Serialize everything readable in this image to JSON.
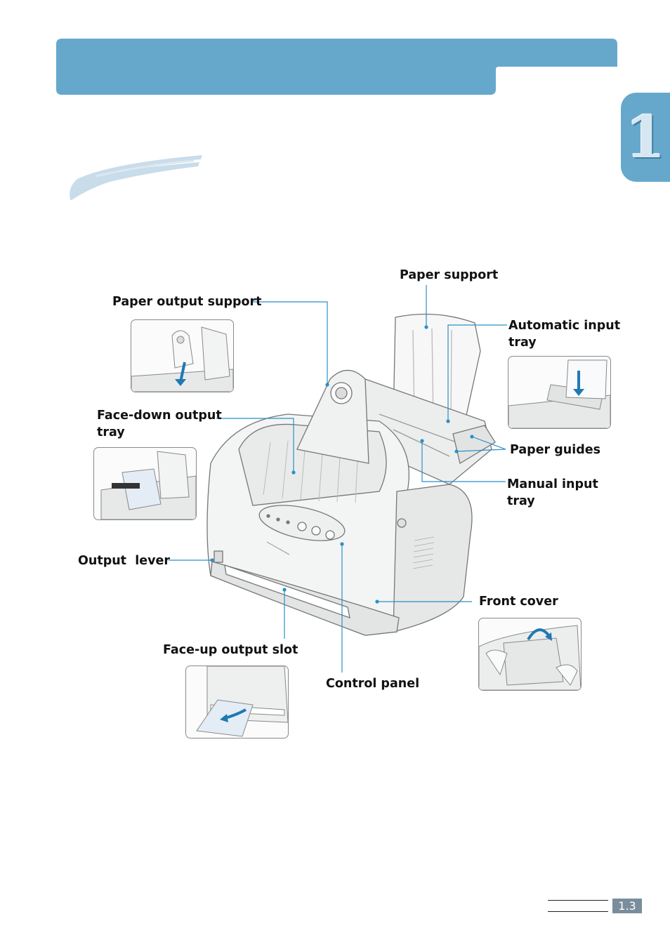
{
  "chapter": {
    "number": "1"
  },
  "labels": {
    "paper_support": "Paper support",
    "paper_output_support": "Paper output support",
    "automatic_input_tray": "Automatic input\ntray",
    "face_down_output_tray": "Face-down output\ntray",
    "paper_guides": "Paper guides",
    "manual_input_tray": "Manual input\ntray",
    "output_lever": "Output  lever",
    "front_cover": "Front cover",
    "face_up_output_slot": "Face-up output slot",
    "control_panel": "Control panel"
  },
  "footer": {
    "page_number": "1.3"
  },
  "colors": {
    "banner": "#66a8cc",
    "leader_line": "#2a8fc9",
    "arrow": "#1f78b4",
    "page_tab": "#7a8d9c"
  },
  "icons": [
    "brush-stroke",
    "printer-illustration",
    "leader-dot"
  ]
}
